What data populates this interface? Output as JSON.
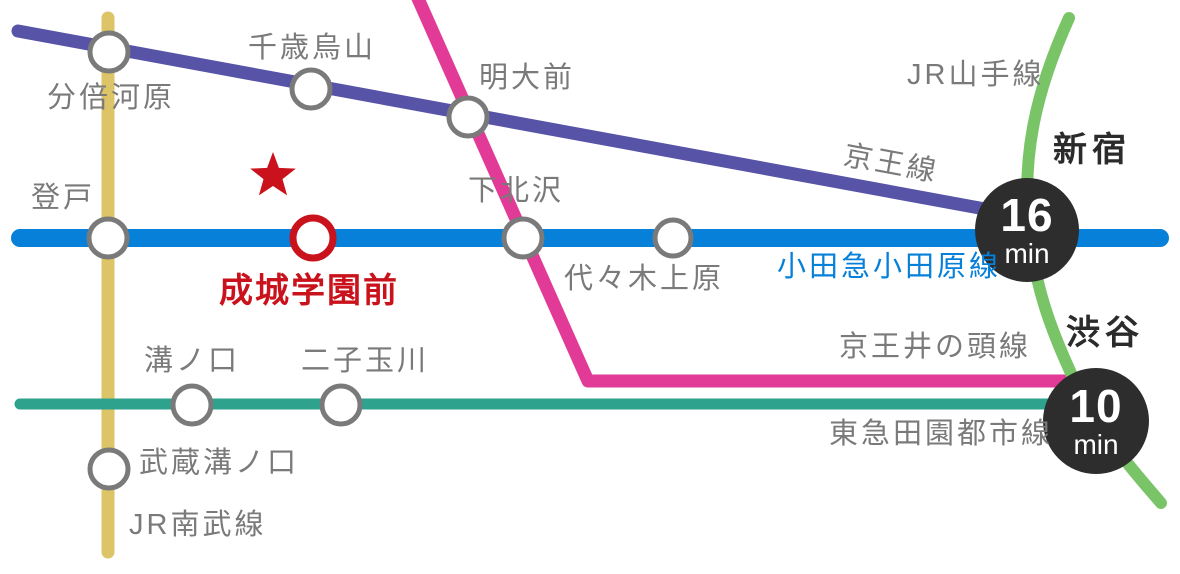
{
  "diagram": {
    "type": "railway-route-map",
    "highlight": {
      "station": "成城学園前",
      "marker": "red-ring-and-star",
      "color": "#c9121b"
    },
    "lines": [
      {
        "name": "京王線",
        "color": "#5753a7"
      },
      {
        "name": "小田急小田原線",
        "color": "#0680d8"
      },
      {
        "name": "京王井の頭線",
        "color": "#e23a97"
      },
      {
        "name": "東急田園都市線",
        "color": "#2fa28d"
      },
      {
        "name": "JR南武線",
        "color": "#dcc467"
      },
      {
        "name": "JR山手線",
        "color": "#7ac468"
      }
    ],
    "stations": [
      {
        "name": "分倍河原",
        "line": "京王線"
      },
      {
        "name": "千歳烏山",
        "line": "京王線"
      },
      {
        "name": "明大前",
        "line": "京王線 / 京王井の頭線"
      },
      {
        "name": "登戸",
        "line": "小田急小田原線 / JR南武線"
      },
      {
        "name": "成城学園前",
        "line": "小田急小田原線",
        "highlighted": true
      },
      {
        "name": "下北沢",
        "line": "小田急小田原線 / 京王井の頭線"
      },
      {
        "name": "代々木上原",
        "line": "小田急小田原線"
      },
      {
        "name": "溝ノ口",
        "line": "東急田園都市線"
      },
      {
        "name": "二子玉川",
        "line": "東急田園都市線"
      },
      {
        "name": "武蔵溝ノ口",
        "line": "JR南武線"
      }
    ],
    "terminals": [
      {
        "name": "新宿",
        "time": "16",
        "unit": "min"
      },
      {
        "name": "渋谷",
        "time": "10",
        "unit": "min"
      }
    ],
    "other_colors": {
      "station_ring": "#7a7a7a",
      "time_badge_bg": "#2d2d2d",
      "label_gray": "#7a7a7a",
      "city_label": "#2b2b2b"
    }
  }
}
